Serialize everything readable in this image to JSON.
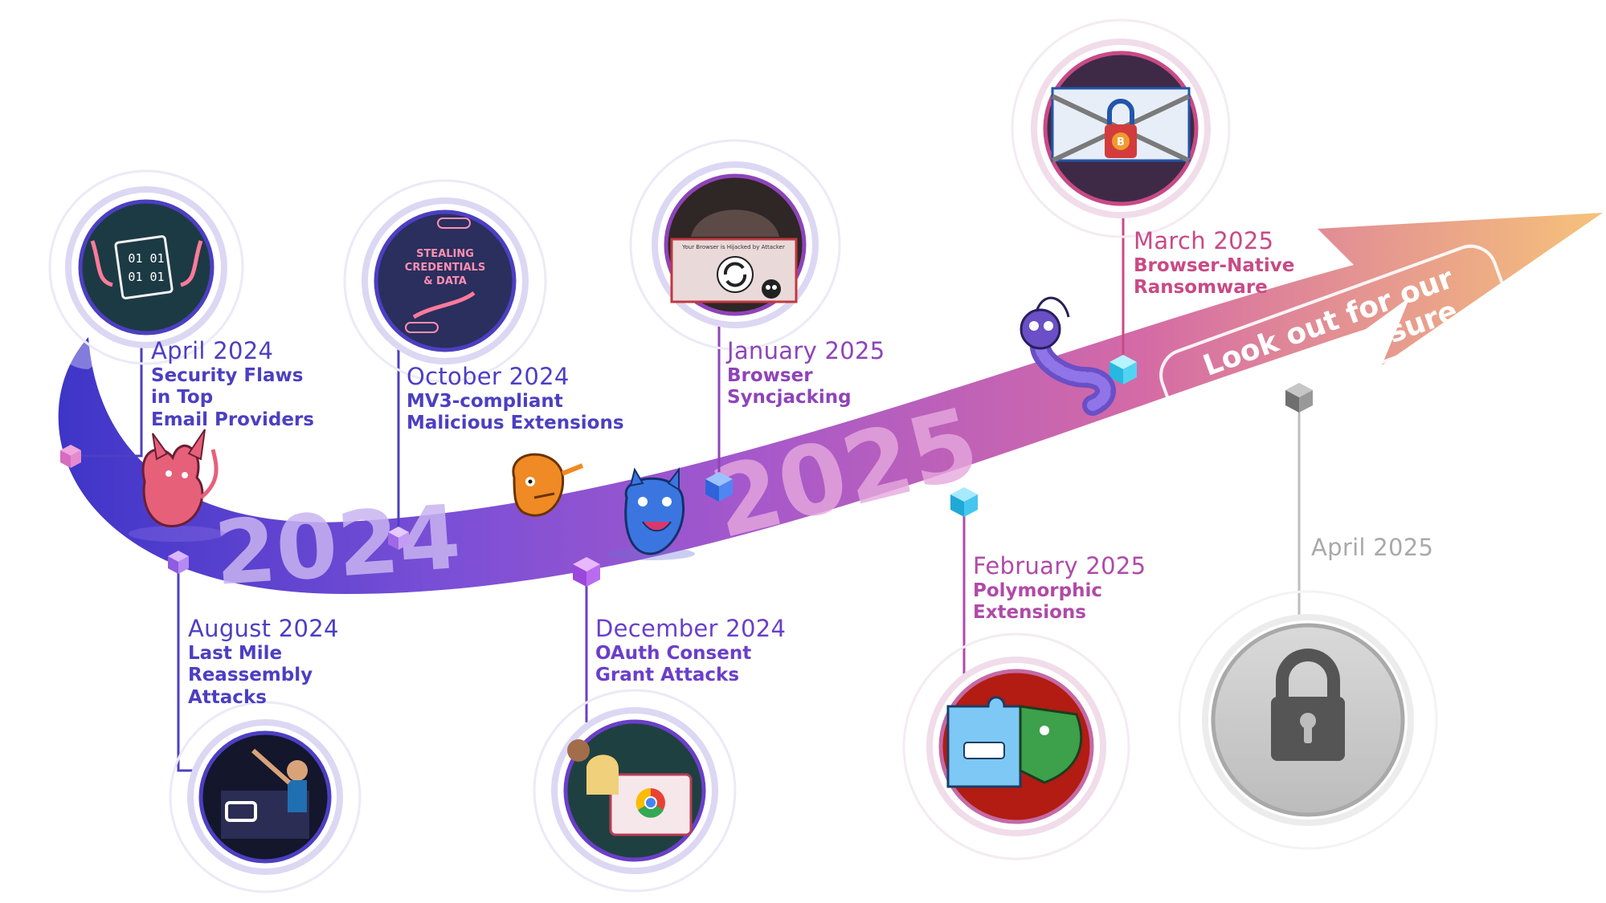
{
  "timeline": {
    "year_labels": [
      "2024",
      "2025"
    ],
    "cta": {
      "line1": "Look out for our",
      "line2": "next disclosure"
    },
    "events": [
      {
        "date": "April 2024",
        "title_lines": [
          "Security Flaws",
          "in Top",
          "Email Providers"
        ],
        "color": "#4c3fc2",
        "image_text": [
          "01 01",
          "01 01"
        ]
      },
      {
        "date": "August 2024",
        "title_lines": [
          "Last Mile",
          "Reassembly",
          "Attacks"
        ],
        "color": "#4c3fc2",
        "image_text": []
      },
      {
        "date": "October 2024",
        "title_lines": [
          "MV3-compliant",
          "Malicious Extensions"
        ],
        "color": "#4c3fc2",
        "image_text": [
          "STEALING",
          "CREDENTIALS",
          "& DATA"
        ]
      },
      {
        "date": "December 2024",
        "title_lines": [
          "OAuth Consent",
          "Grant Attacks"
        ],
        "color": "#6a3fc9",
        "image_text": []
      },
      {
        "date": "January 2025",
        "title_lines": [
          "Browser",
          "Syncjacking"
        ],
        "color": "#8e44b8",
        "image_text": [
          "Your Browser is Hijacked by Attacker"
        ]
      },
      {
        "date": "February 2025",
        "title_lines": [
          "Polymorphic",
          "Extensions"
        ],
        "color": "#b04aa8",
        "image_text": []
      },
      {
        "date": "March 2025",
        "title_lines": [
          "Browser-Native",
          "Ransomware"
        ],
        "color": "#c84a86",
        "image_text": []
      },
      {
        "date": "April 2025",
        "title_lines": [],
        "color": "#a9a9a9",
        "image_text": []
      }
    ]
  },
  "icons": [
    "devil-mascot-icon",
    "orange-monster-icon",
    "blue-monster-icon",
    "centipede-monster-icon",
    "lock-icon",
    "chrome-logo-icon",
    "bitcoin-icon",
    "refresh-icon",
    "skull-icon",
    "puzzle-icon"
  ],
  "colors": {
    "band_start": "#4d3fd0",
    "band_mid": "#b45cc8",
    "band_end": "#f5c07a",
    "cube_pink": "#e37cc7",
    "cube_purple": "#9b5de5",
    "cube_blue": "#3b82f6",
    "cube_cyan": "#38c8e8",
    "cube_gray": "#8a8a8a"
  }
}
